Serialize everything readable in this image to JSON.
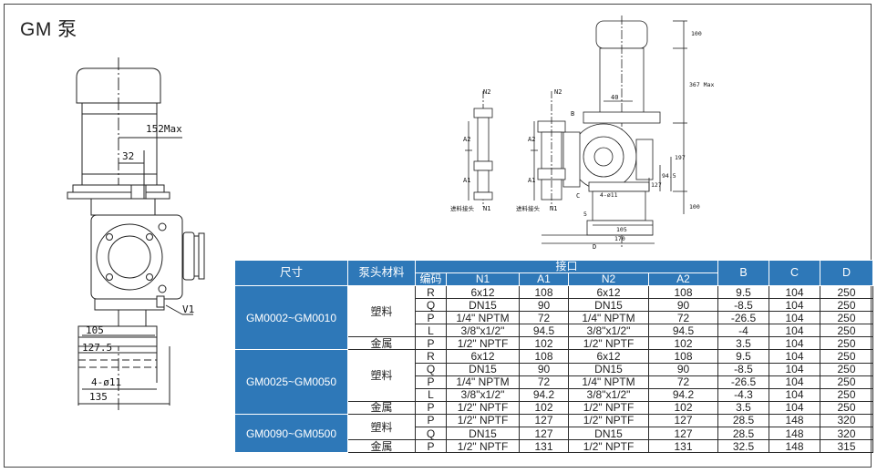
{
  "title": "GM 泵",
  "left_drawing": {
    "labels": {
      "max": "152Max",
      "d32": "32",
      "v1": "V1",
      "d105": "105",
      "d127": "127.5",
      "holes": "4-ø11",
      "d135": "135"
    }
  },
  "right_drawing": {
    "labels": {
      "n2_a": "N2",
      "n2_b": "N2",
      "a2_a": "A2",
      "a2_b": "A2",
      "a1_a": "A1",
      "a1_b": "A1",
      "n1_a": "N1",
      "n1_b": "N1",
      "inlet_a": "进料接头",
      "inlet_b": "进料接头",
      "d40": "40",
      "b": "B",
      "c": "C",
      "d": "D",
      "d100": "100",
      "d367": "367 Max",
      "d197": "197",
      "d945": "94.5",
      "d127": "127",
      "d100b": "100",
      "holes": "4-ø11",
      "d105": "105",
      "d170": "170",
      "d5": "5"
    }
  },
  "table": {
    "headers": {
      "size": "尺寸",
      "material": "泵头材料",
      "port": "接口",
      "code": "编码",
      "n1": "N1",
      "a1": "A1",
      "n2": "N2",
      "a2": "A2",
      "b": "B",
      "c": "C",
      "d": "D"
    },
    "groups": [
      {
        "model": "GM0002~GM0010",
        "materials": [
          {
            "name": "塑料",
            "rows": [
              [
                "R",
                "6x12",
                "108",
                "6x12",
                "108",
                "9.5",
                "104",
                "250"
              ],
              [
                "Q",
                "DN15",
                "90",
                "DN15",
                "90",
                "-8.5",
                "104",
                "250"
              ],
              [
                "P",
                "1/4\" NPTM",
                "72",
                "1/4\" NPTM",
                "72",
                "-26.5",
                "104",
                "250"
              ],
              [
                "L",
                "3/8\"x1/2\"",
                "94.5",
                "3/8\"x1/2\"",
                "94.5",
                "-4",
                "104",
                "250"
              ]
            ]
          },
          {
            "name": "金属",
            "rows": [
              [
                "P",
                "1/2\" NPTF",
                "102",
                "1/2\" NPTF",
                "102",
                "3.5",
                "104",
                "250"
              ]
            ]
          }
        ]
      },
      {
        "model": "GM0025~GM0050",
        "materials": [
          {
            "name": "塑料",
            "rows": [
              [
                "R",
                "6x12",
                "108",
                "6x12",
                "108",
                "9.5",
                "104",
                "250"
              ],
              [
                "Q",
                "DN15",
                "90",
                "DN15",
                "90",
                "-8.5",
                "104",
                "250"
              ],
              [
                "P",
                "1/4\" NPTM",
                "72",
                "1/4\" NPTM",
                "72",
                "-26.5",
                "104",
                "250"
              ],
              [
                "L",
                "3/8\"x1/2\"",
                "94.2",
                "3/8\"x1/2\"",
                "94.2",
                "-4.3",
                "104",
                "250"
              ]
            ]
          },
          {
            "name": "金属",
            "rows": [
              [
                "P",
                "1/2\" NPTF",
                "102",
                "1/2\" NPTF",
                "102",
                "3.5",
                "104",
                "250"
              ]
            ]
          }
        ]
      },
      {
        "model": "GM0090~GM0500",
        "materials": [
          {
            "name": "塑料",
            "rows": [
              [
                "P",
                "1/2\" NPTF",
                "127",
                "1/2\" NPTF",
                "127",
                "28.5",
                "148",
                "320"
              ],
              [
                "Q",
                "DN15",
                "127",
                "DN15",
                "127",
                "28.5",
                "148",
                "320"
              ]
            ]
          },
          {
            "name": "金属",
            "rows": [
              [
                "P",
                "1/2\" NPTF",
                "131",
                "1/2\" NPTF",
                "131",
                "32.5",
                "148",
                "315"
              ]
            ]
          }
        ]
      }
    ]
  }
}
